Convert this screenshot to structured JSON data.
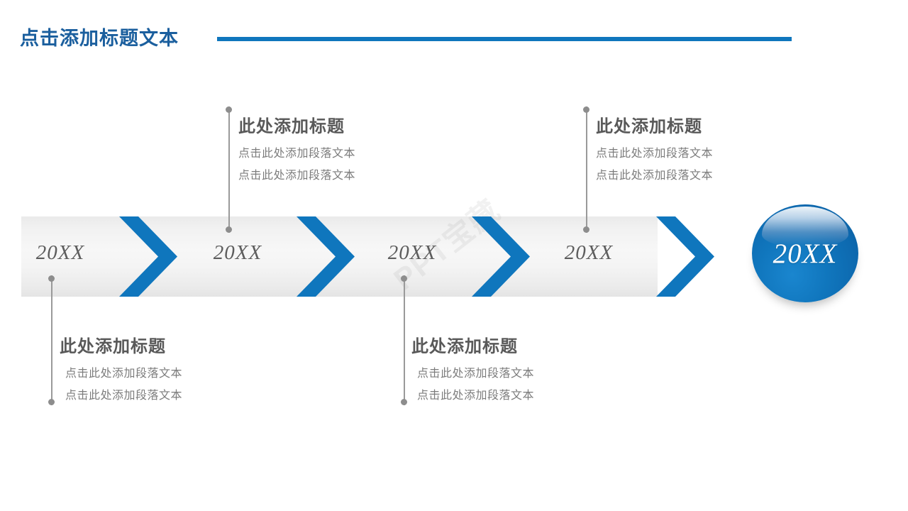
{
  "header": {
    "title": "点击添加标题文本",
    "rule_color": "#0f76bd"
  },
  "theme": {
    "accent_blue": "#0f76bd",
    "title_blue": "#1b5f9e",
    "bar_gray": "#f2f2f2",
    "heading_gray": "#595959",
    "body_gray": "#7c7c7c",
    "connector_gray": "#8d8d8d"
  },
  "timeline": {
    "steps": [
      {
        "year": "20XX"
      },
      {
        "year": "20XX"
      },
      {
        "year": "20XX"
      },
      {
        "year": "20XX"
      }
    ],
    "final": {
      "year": "20XX"
    },
    "chevron_count": 5
  },
  "callouts": [
    {
      "position": "bottom",
      "heading": "此处添加标题",
      "lines": [
        "点击此处添加段落文本",
        "点击此处添加段落文本"
      ]
    },
    {
      "position": "top",
      "heading": "此处添加标题",
      "lines": [
        "点击此处添加段落文本",
        "点击此处添加段落文本"
      ]
    },
    {
      "position": "bottom",
      "heading": "此处添加标题",
      "lines": [
        "点击此处添加段落文本",
        "点击此处添加段落文本"
      ]
    },
    {
      "position": "top",
      "heading": "此处添加标题",
      "lines": [
        "点击此处添加段落文本",
        "点击此处添加段落文本"
      ]
    }
  ],
  "watermark": {
    "text": "PPT宝藏"
  }
}
